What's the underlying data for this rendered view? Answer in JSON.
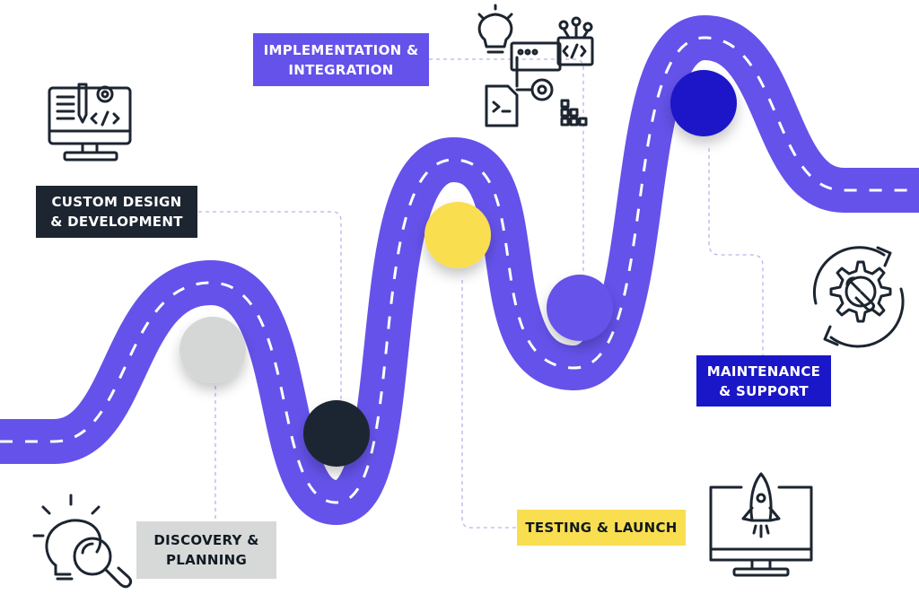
{
  "colors": {
    "road": "#6552ea",
    "road_dash": "#ffffff",
    "connector": "#b9b2ec",
    "icon_stroke": "#1c2530"
  },
  "stages": [
    {
      "id": "discovery",
      "label_lines": [
        "DISCOVERY &",
        "PLANNING"
      ],
      "label_bg": "#d7d9d9",
      "label_color": "#111a22",
      "marker_color": "#d5d7d7",
      "icon": "lightbulb-magnifier-icon"
    },
    {
      "id": "custom",
      "label_lines": [
        "CUSTOM DESIGN",
        "& DEVELOPMENT"
      ],
      "label_bg": "#1c2530",
      "label_color": "#ffffff",
      "marker_color": "#1c2530",
      "icon": "monitor-code-design-icon"
    },
    {
      "id": "testing",
      "label_lines": [
        "TESTING & LAUNCH"
      ],
      "label_bg": "#f9de50",
      "label_color": "#111a22",
      "marker_color": "#f9de50",
      "icon": "monitor-rocket-icon"
    },
    {
      "id": "implementation",
      "label_lines": [
        "IMPLEMENTATION &",
        "INTEGRATION"
      ],
      "label_bg": "#6552ea",
      "label_color": "#ffffff",
      "marker_color": "#6552ea",
      "icon": "integration-blocks-icon"
    },
    {
      "id": "maintenance",
      "label_lines": [
        "MAINTENANCE",
        "& SUPPORT"
      ],
      "label_bg": "#1a17c8",
      "label_color": "#ffffff",
      "marker_color": "#1a17c8",
      "icon": "gear-wrench-cycle-icon"
    }
  ]
}
